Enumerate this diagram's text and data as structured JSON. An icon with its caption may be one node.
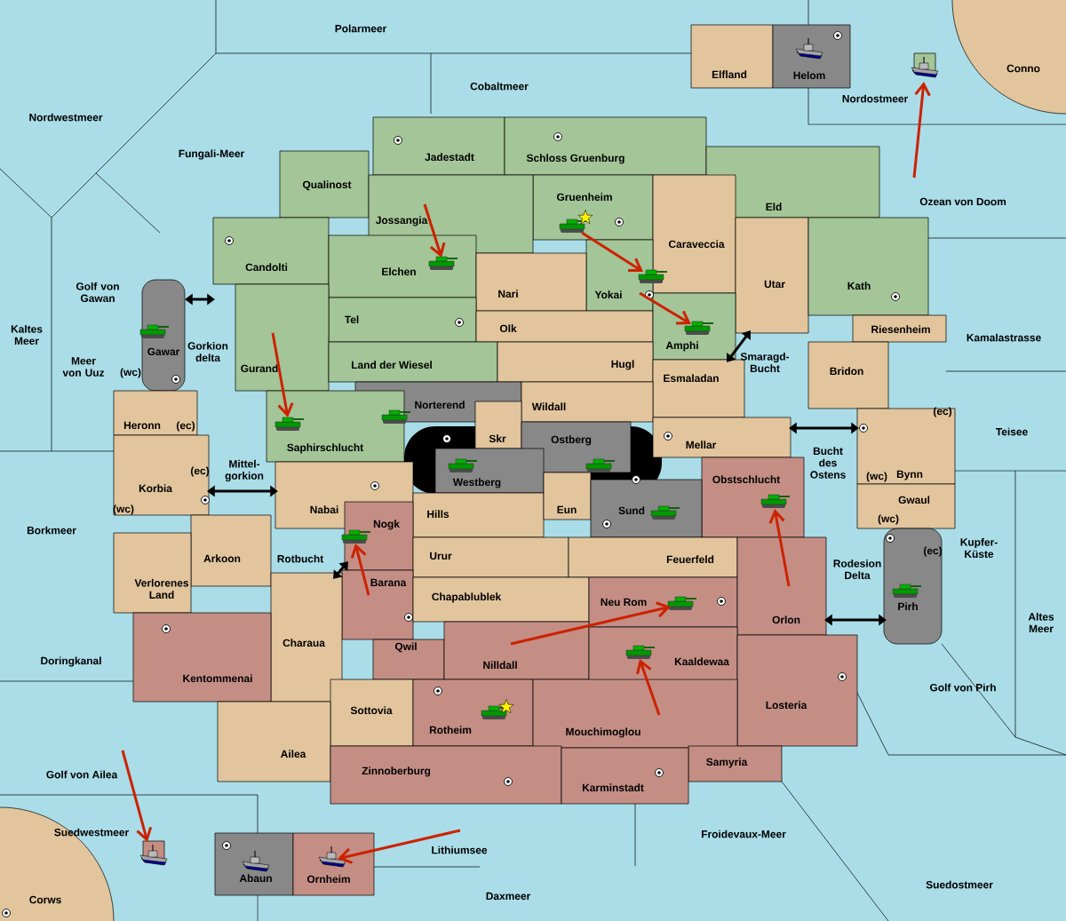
{
  "diagram": {
    "nodes": [
      {
        "text": [
          "Polarmeer"
        ]
      },
      {
        "text": [
          "Cobaltmeer"
        ]
      },
      {
        "text": [
          "Nordwestmeer"
        ]
      },
      {
        "text": [
          "Fungali-Meer"
        ]
      },
      {
        "text": [
          "Elfland"
        ]
      },
      {
        "text": [
          "Helom"
        ]
      },
      {
        "text": [
          "Conno"
        ]
      },
      {
        "text": [
          "Nordostmeer"
        ]
      },
      {
        "text": [
          "Ozean von Doom"
        ]
      },
      {
        "text": [
          "Golf von Gawan"
        ]
      },
      {
        "text": [
          "Kaltes Meer"
        ]
      },
      {
        "text": [
          "Meer von Uuz"
        ]
      },
      {
        "text": [
          "Gorkion delta"
        ]
      },
      {
        "text": [
          "Kamalastrasse"
        ]
      },
      {
        "text": [
          "Smaragd-Bucht"
        ]
      },
      {
        "text": [
          "Teisee"
        ]
      },
      {
        "text": [
          "Bucht des Ostens"
        ]
      },
      {
        "text": [
          "Mittel-gorkion"
        ]
      },
      {
        "text": [
          "Borkmeer"
        ]
      },
      {
        "text": [
          "Rotbucht"
        ]
      },
      {
        "text": [
          "Kupfer-Küste"
        ]
      },
      {
        "text": [
          "Rodesion Delta"
        ]
      },
      {
        "text": [
          "Altes Meer"
        ]
      },
      {
        "text": [
          "Doringkanal"
        ]
      },
      {
        "text": [
          "Golf von Pirh"
        ]
      },
      {
        "text": [
          "Golf von Ailea"
        ]
      },
      {
        "text": [
          "Suedwestmeer"
        ]
      },
      {
        "text": [
          "Froidevaux-Meer"
        ]
      },
      {
        "text": [
          "Lithiumsee"
        ]
      },
      {
        "text": [
          "Abaun"
        ]
      },
      {
        "text": [
          "Ornheim"
        ]
      },
      {
        "text": [
          "Corws"
        ]
      },
      {
        "text": [
          "Daxmeer"
        ]
      },
      {
        "text": [
          "Suedostmeer"
        ]
      },
      {
        "text": [
          "Jadestadt"
        ]
      },
      {
        "text": [
          "Schloss Gruenburg"
        ]
      },
      {
        "text": [
          "Qualinost"
        ]
      },
      {
        "text": [
          "Gruenheim"
        ]
      },
      {
        "text": [
          "Eld"
        ]
      },
      {
        "text": [
          "Jossangia"
        ]
      },
      {
        "text": [
          "Caraveccia"
        ]
      },
      {
        "text": [
          "Candolti"
        ]
      },
      {
        "text": [
          "Elchen"
        ]
      },
      {
        "text": [
          "Yokai"
        ]
      },
      {
        "text": [
          "Nari"
        ]
      },
      {
        "text": [
          "Utar"
        ]
      },
      {
        "text": [
          "Kath"
        ]
      },
      {
        "text": [
          "Tel"
        ]
      },
      {
        "text": [
          "Olk"
        ]
      },
      {
        "text": [
          "Amphi"
        ]
      },
      {
        "text": [
          "Riesenheim"
        ]
      },
      {
        "text": [
          "Gawar"
        ]
      },
      {
        "text": [
          "Gurand"
        ]
      },
      {
        "text": [
          "Land der Wiesel"
        ]
      },
      {
        "text": [
          "Hugl"
        ]
      },
      {
        "text": [
          "Bridon"
        ]
      },
      {
        "text": [
          "Esmaladan"
        ]
      },
      {
        "text": [
          "Norterend"
        ]
      },
      {
        "text": [
          "Wildall"
        ]
      },
      {
        "text": [
          "Heronn"
        ]
      },
      {
        "text": [
          "Skr"
        ]
      },
      {
        "text": [
          "Ostberg"
        ]
      },
      {
        "text": [
          "Mellar"
        ]
      },
      {
        "text": [
          "Saphirschlucht"
        ]
      },
      {
        "text": [
          "Westberg"
        ]
      },
      {
        "text": [
          "Bynn"
        ]
      },
      {
        "text": [
          "Obstschlucht"
        ]
      },
      {
        "text": [
          "Korbia"
        ]
      },
      {
        "text": [
          "Nabai"
        ]
      },
      {
        "text": [
          "Hills"
        ]
      },
      {
        "text": [
          "Eun"
        ]
      },
      {
        "text": [
          "Sund"
        ]
      },
      {
        "text": [
          "Gwaul"
        ]
      },
      {
        "text": [
          "Nogk"
        ]
      },
      {
        "text": [
          "Arkoon"
        ]
      },
      {
        "text": [
          "Urur"
        ]
      },
      {
        "text": [
          "Feuerfeld"
        ]
      },
      {
        "text": [
          "Barana"
        ]
      },
      {
        "text": [
          "Verlorenes Land"
        ]
      },
      {
        "text": [
          "Pirh"
        ]
      },
      {
        "text": [
          "Chapablublek"
        ]
      },
      {
        "text": [
          "Neu Rom"
        ]
      },
      {
        "text": [
          "Orlon"
        ]
      },
      {
        "text": [
          "Charaua"
        ]
      },
      {
        "text": [
          "Qwil"
        ]
      },
      {
        "text": [
          "Nilldall"
        ]
      },
      {
        "text": [
          "Kentommenai"
        ]
      },
      {
        "text": [
          "Kaaldewaa"
        ]
      },
      {
        "text": [
          "Losteria"
        ]
      },
      {
        "text": [
          "Sottovia"
        ]
      },
      {
        "text": [
          "Rotheim"
        ]
      },
      {
        "text": [
          "Mouchimoglou"
        ]
      },
      {
        "text": [
          "Ailea"
        ]
      },
      {
        "text": [
          "Samyria"
        ]
      },
      {
        "text": [
          "Zinnoberburg"
        ]
      },
      {
        "text": [
          "Karminstadt"
        ]
      }
    ],
    "edges": [
      {
        "from": 39,
        "to": 42,
        "arrow": "to"
      },
      {
        "from": 37,
        "to": 43,
        "arrow": "to"
      },
      {
        "from": 43,
        "to": 49,
        "arrow": "to"
      },
      {
        "from": 52,
        "to": 63,
        "arrow": "to"
      },
      {
        "from": 77,
        "to": 73,
        "arrow": "to"
      },
      {
        "from": 85,
        "to": 81,
        "arrow": "to"
      },
      {
        "from": 91,
        "to": 87,
        "arrow": "to"
      },
      {
        "from": 82,
        "to": 66,
        "arrow": "to"
      },
      {
        "from": 8,
        "to": 7,
        "arrow": "to"
      },
      {
        "from": 25,
        "to": 26,
        "arrow": "to"
      },
      {
        "from": 28,
        "to": 30,
        "arrow": "to"
      },
      {
        "from": 51,
        "to": 41,
        "arrow": "both",
        "color": "#000000"
      },
      {
        "from": 67,
        "to": 68,
        "arrow": "both",
        "color": "#000000"
      },
      {
        "from": 83,
        "to": 73,
        "arrow": "both",
        "color": "#000000"
      },
      {
        "from": 56,
        "to": 45,
        "arrow": "both",
        "color": "#000000"
      },
      {
        "from": 62,
        "to": 65,
        "arrow": "both",
        "color": "#000000"
      },
      {
        "from": 82,
        "to": 79,
        "arrow": "both",
        "color": "#000000"
      }
    ],
    "labels": [
      "(wc)",
      "(ec)",
      "(ec)",
      "(ec)",
      "(wc)",
      "(wc)",
      "(wc)",
      "(ec)"
    ]
  }
}
